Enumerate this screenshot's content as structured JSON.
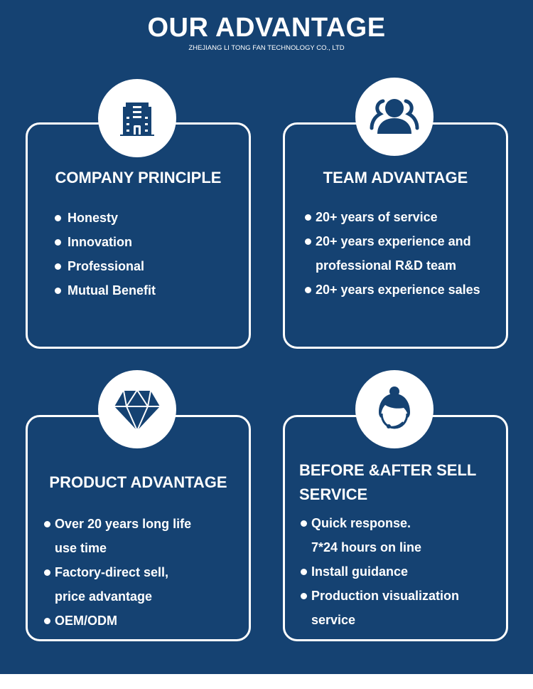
{
  "header": {
    "title": "OUR ADVANTAGE",
    "subtitle": "ZHEJIANG LI TONG FAN TECHNOLOGY CO., LTD"
  },
  "colors": {
    "background": "#154272",
    "foreground": "#ffffff"
  },
  "cards": [
    {
      "title": "COMPANY PRINCIPLE",
      "icon": "building-icon",
      "items": [
        [
          "Honesty"
        ],
        [
          "Innovation"
        ],
        [
          "Professional"
        ],
        [
          "Mutual Benefit"
        ]
      ]
    },
    {
      "title": "TEAM ADVANTAGE",
      "icon": "team-icon",
      "items": [
        [
          "20+ years of service"
        ],
        [
          "20+ years experience and",
          "professional R&D team"
        ],
        [
          "20+ years experience sales"
        ]
      ]
    },
    {
      "title": "PRODUCT ADVANTAGE",
      "icon": "diamond-icon",
      "items": [
        [
          "Over 20 years long life",
          "use time"
        ],
        [
          "Factory-direct sell,",
          "price advantage"
        ],
        [
          "OEM/ODM"
        ]
      ]
    },
    {
      "title_lines": [
        "BEFORE &AFTER SELL",
        "SERVICE"
      ],
      "icon": "headset-icon",
      "items": [
        [
          "Quick response.",
          "7*24 hours on line"
        ],
        [
          "Install guidance"
        ],
        [
          "Production visualization",
          "service"
        ]
      ]
    }
  ]
}
